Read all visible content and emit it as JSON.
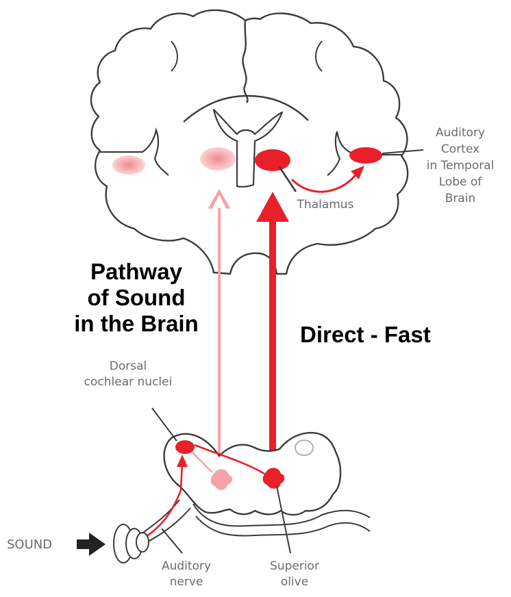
{
  "title": "Pathway of Sound in the Brain",
  "title_lines": [
    "Pathway",
    "of Sound",
    "in the Brain"
  ],
  "route_label": "Direct - Fast",
  "labels": {
    "auditory_cortex": [
      "Auditory",
      "Cortex",
      "in Temporal",
      "Lobe of",
      "Brain"
    ],
    "thalamus": "Thalamus",
    "dorsal_cochlear_nuclei": [
      "Dorsal",
      "cochlear nuclei"
    ],
    "sound": "SOUND",
    "auditory_nerve": [
      "Auditory",
      "nerve"
    ],
    "superior_olive": [
      "Superior",
      "olive"
    ]
  },
  "colors": {
    "pathway_red": "#e8202a",
    "faded_red": "#f4a3a6",
    "outline": "#3a3a3a",
    "label_gray": "#6b6b6b"
  }
}
